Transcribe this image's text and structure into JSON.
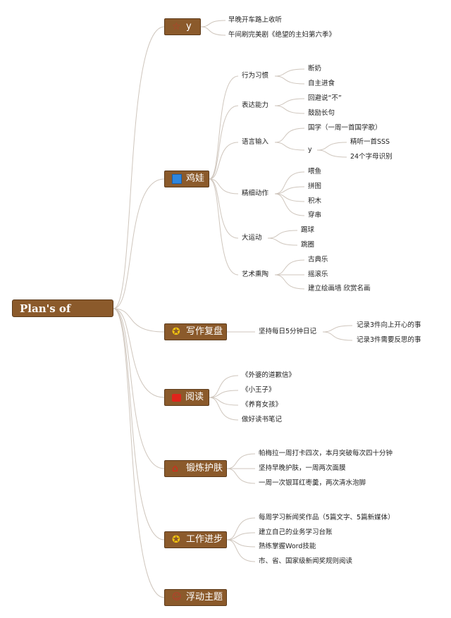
{
  "root": {
    "label": "Plan's of"
  },
  "branches": [
    {
      "label": "y",
      "icon": "star-icon",
      "children": [
        {
          "label": "早晚开车路上收听"
        },
        {
          "label": "午间刷完美剧《绝望的主妇第六季》"
        }
      ]
    },
    {
      "label": "鸡娃",
      "icon": "blue-square-icon",
      "children": [
        {
          "label": "行为习惯",
          "children": [
            {
              "label": "断奶"
            },
            {
              "label": "自主进食"
            }
          ]
        },
        {
          "label": "表达能力",
          "children": [
            {
              "label": "回避说“不”"
            },
            {
              "label": "鼓励长句"
            }
          ]
        },
        {
          "label": "语言输入",
          "children": [
            {
              "label": "国学（一周一首国学歌）"
            },
            {
              "label": "y",
              "children": [
                {
                  "label": "精听一首SSS"
                },
                {
                  "label": "24个字母识别"
                }
              ]
            }
          ]
        },
        {
          "label": "精细动作",
          "children": [
            {
              "label": "喂鱼"
            },
            {
              "label": "拼图"
            },
            {
              "label": "积木"
            },
            {
              "label": "穿串"
            }
          ]
        },
        {
          "label": "大运动",
          "children": [
            {
              "label": "踢球"
            },
            {
              "label": "跳圈"
            }
          ]
        },
        {
          "label": "艺术熏陶",
          "children": [
            {
              "label": "古典乐"
            },
            {
              "label": "摇滚乐"
            },
            {
              "label": "建立绘画墙 欣赏名画"
            }
          ]
        }
      ]
    },
    {
      "label": "写作复盘",
      "icon": "medal-icon",
      "children": [
        {
          "label": "坚持每日5分钟日记",
          "children": [
            {
              "label": "记录3件向上开心的事"
            },
            {
              "label": "记录3件需要反思的事"
            }
          ]
        }
      ]
    },
    {
      "label": "阅读",
      "icon": "red-book-icon",
      "children": [
        {
          "label": "《外婆的道歉信》"
        },
        {
          "label": "《小王子》"
        },
        {
          "label": "《养育女孩》"
        },
        {
          "label": "做好读书笔记"
        }
      ]
    },
    {
      "label": "锻炼护肤",
      "icon": "house-icon",
      "children": [
        {
          "label": "帕梅拉一周打卡四次，本月突破每次四十分钟"
        },
        {
          "label": "坚持早晚护肤，一周两次面膜"
        },
        {
          "label": "一周一次银耳红枣羹，两次清水泡脚"
        }
      ]
    },
    {
      "label": "工作进步",
      "icon": "medal-icon",
      "children": [
        {
          "label": "每周学习新闻奖作品（5篇文字、5篇新媒体）"
        },
        {
          "label": "建立自己的业务学习台账"
        },
        {
          "label": "熟练掌握Word技能"
        },
        {
          "label": "市、省、国家级新闻奖规则阅读"
        }
      ]
    },
    {
      "label": "浮动主题",
      "icon": "smile-icon",
      "children": []
    }
  ],
  "colors": {
    "node_fill": "#8b5a2b",
    "line": "#cfc6bd"
  }
}
